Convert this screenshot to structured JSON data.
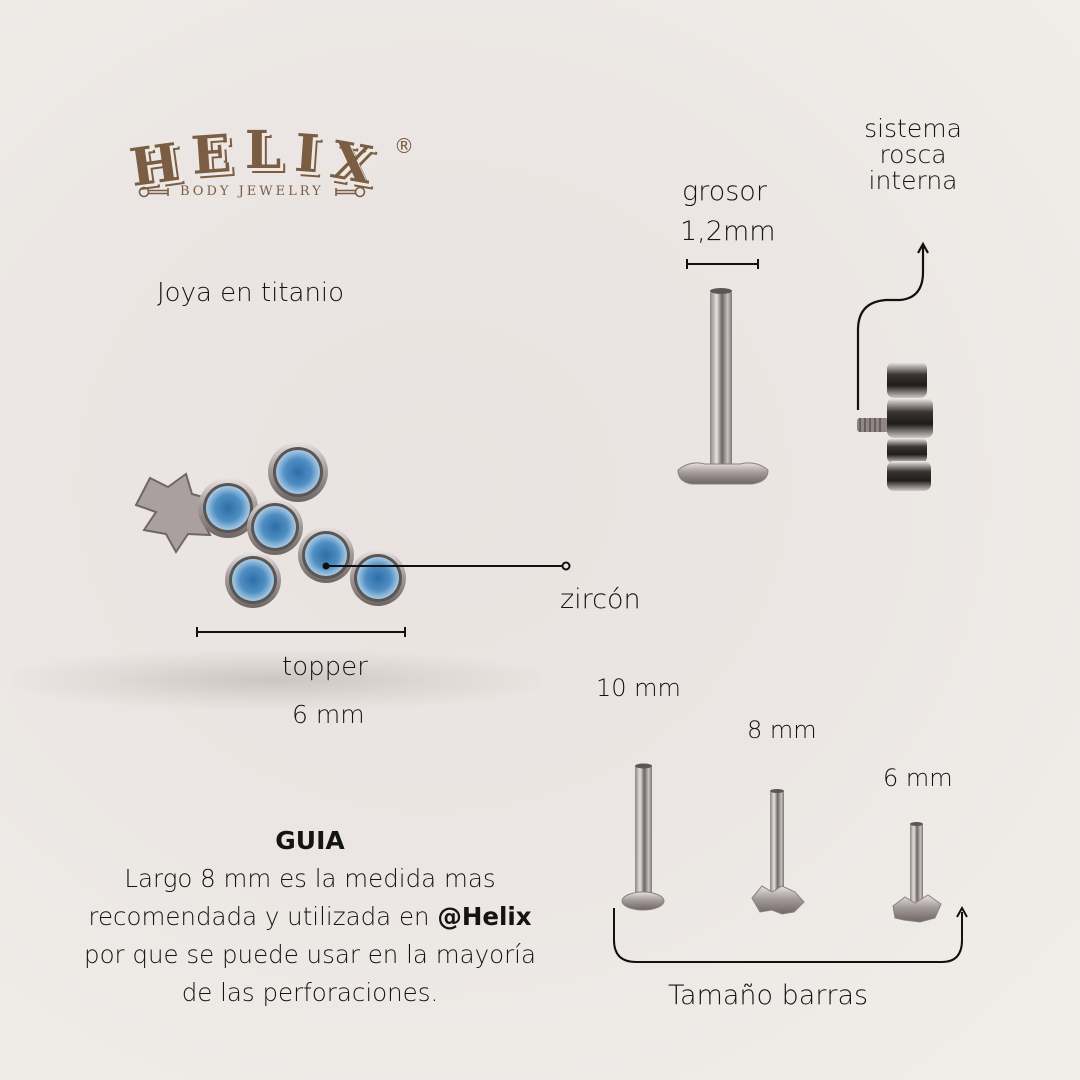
{
  "brand": {
    "logo_letters": [
      "H",
      "E",
      "L",
      "I",
      "X"
    ],
    "registered_mark": "®",
    "subtitle": "BODY JEWELRY",
    "color": "#7a5d43"
  },
  "product": {
    "material_label": "Joya en titanio",
    "stone_label": "zircón",
    "stone_color": "#3f7fae",
    "topper_label": "topper",
    "topper_size": "6 mm"
  },
  "bar_specs": {
    "thickness_label": "grosor",
    "thickness_value": "1,2mm",
    "thread_system_lines": [
      "sistema",
      "rosca",
      "interna"
    ]
  },
  "bar_sizes": {
    "title": "Tamaño barras",
    "sizes": [
      {
        "label": "10 mm"
      },
      {
        "label": "8 mm"
      },
      {
        "label": "6 mm"
      }
    ]
  },
  "guide": {
    "title": "GUIA",
    "line1": "Largo 8 mm es la medida mas",
    "line2_prefix": "recomendada y utilizada en ",
    "line2_bold": "@Helix",
    "line3": "por que se puede usar en la mayoría",
    "line4": "de las perforaciones."
  }
}
